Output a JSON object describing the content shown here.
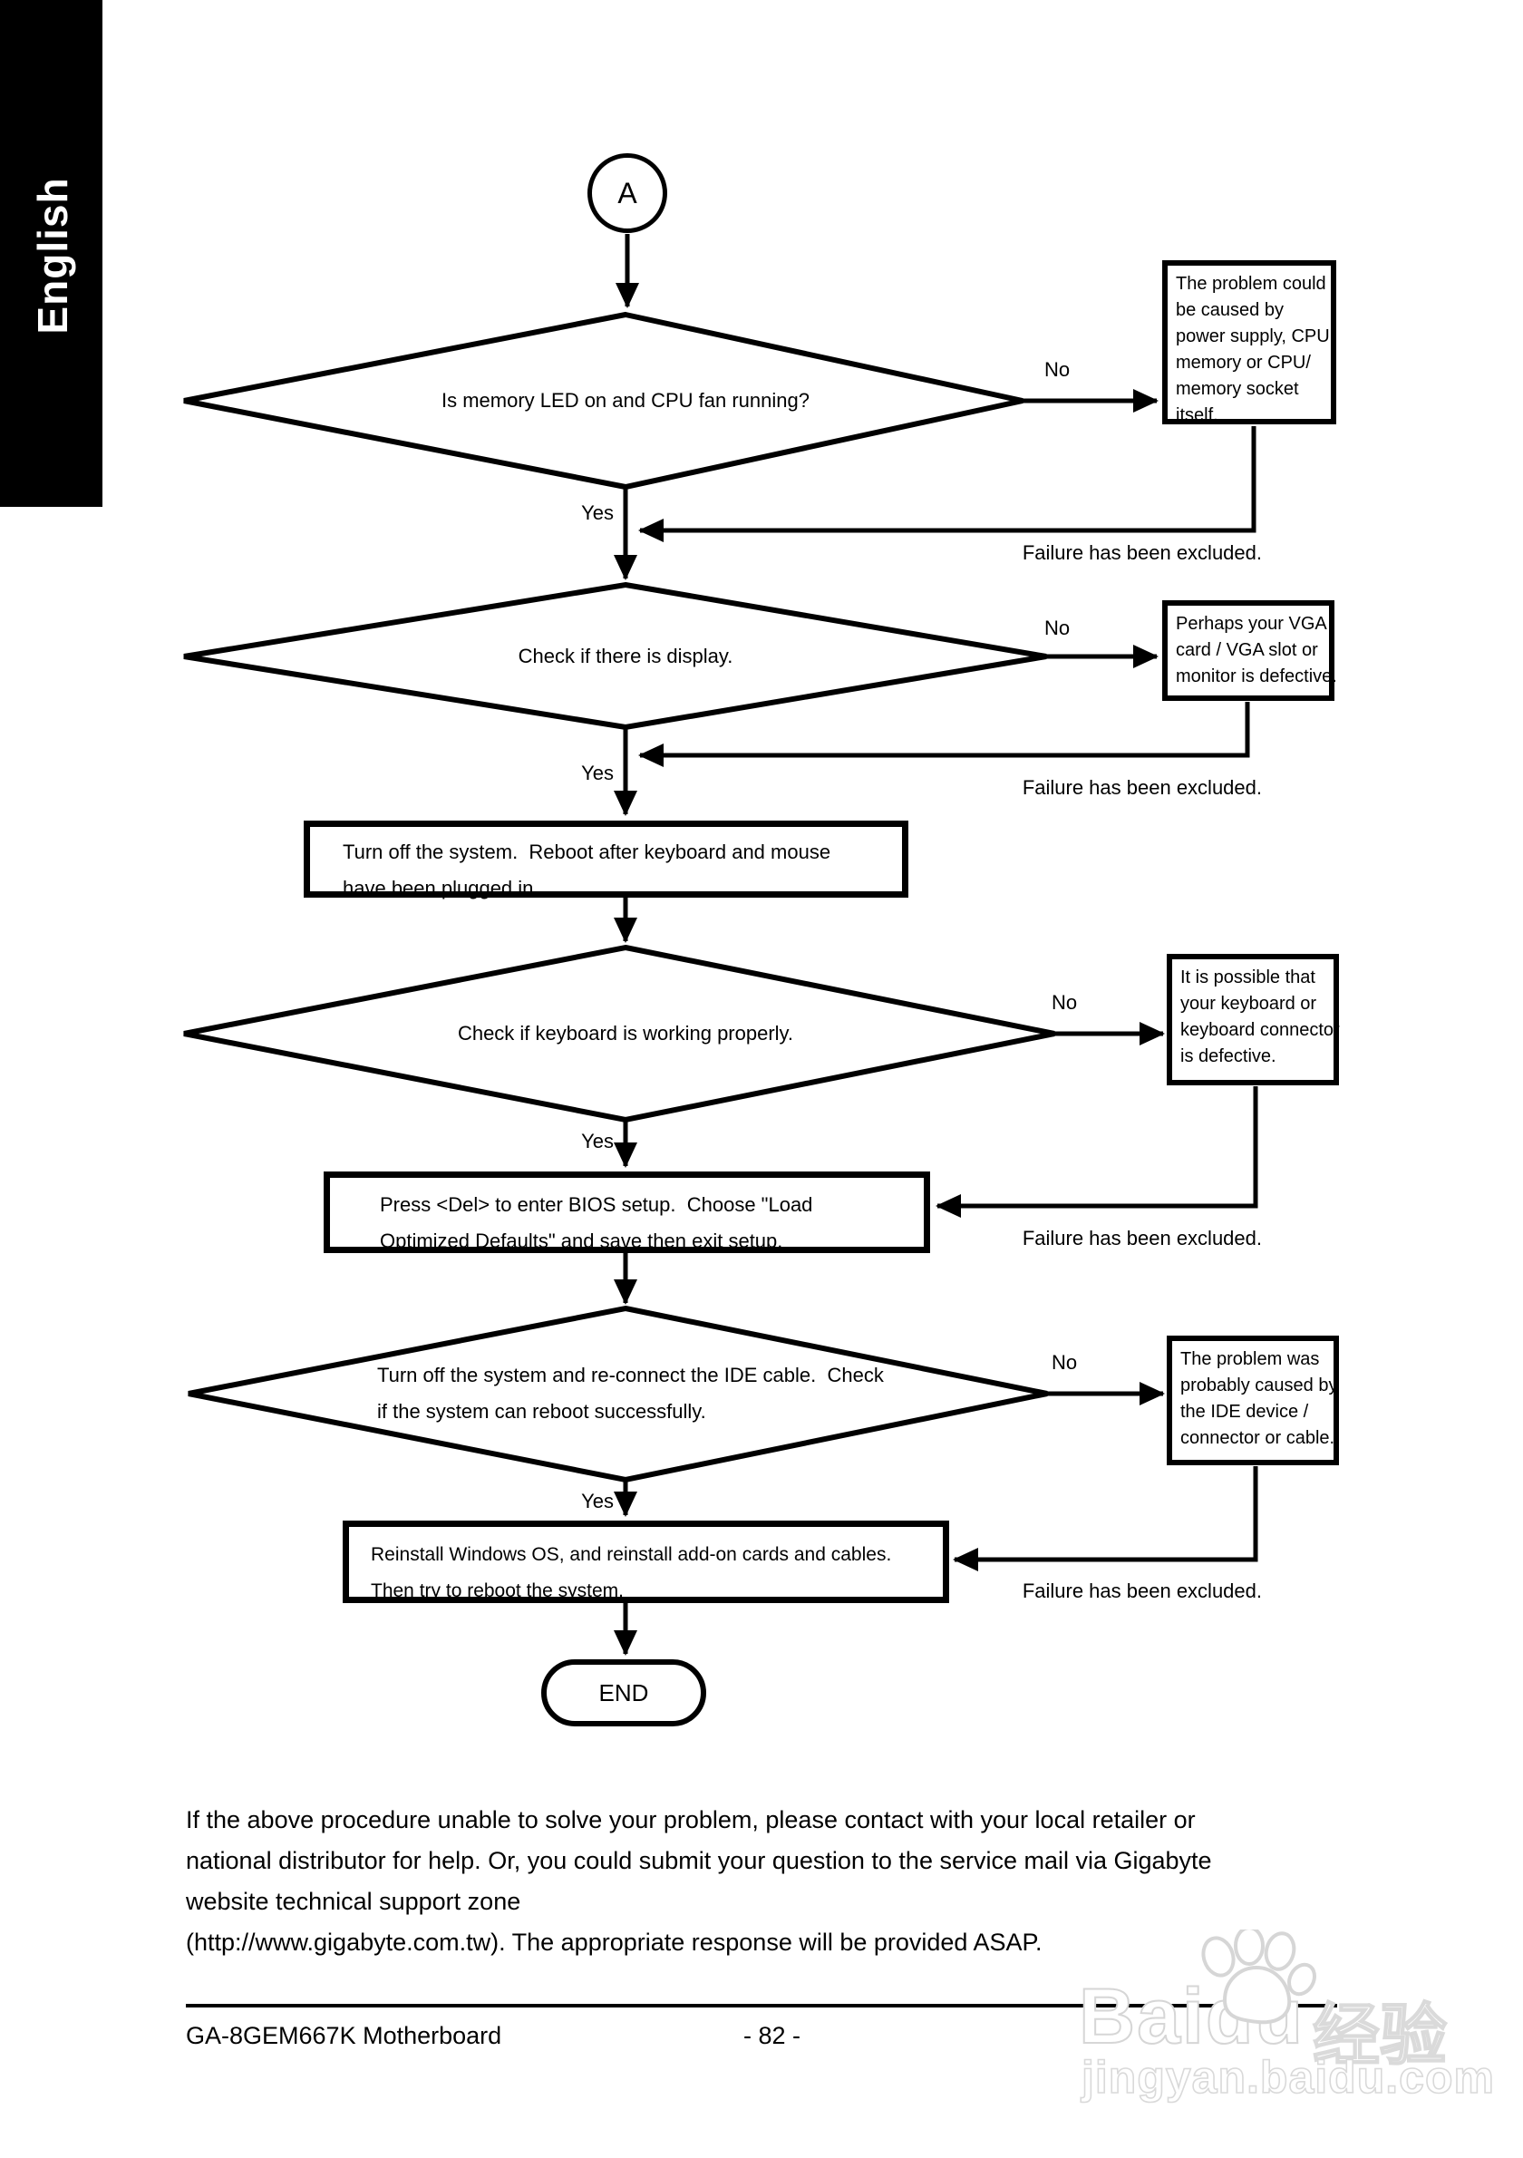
{
  "page": {
    "sidebar_label": "English",
    "note": "If the above procedure unable to solve your problem, please contact with your local retailer or\nnational distributor for help. Or, you could submit your question to the service mail via Gigabyte\nwebsite technical support zone\n(http://www.gigabyte.com.tw).  The appropriate response will be provided ASAP.",
    "footer": {
      "product": "GA-8GEM667K Motherboard",
      "page_number": "- 82 -"
    },
    "watermark": {
      "brand": "Baidu",
      "brand_suffix": "经验",
      "url": "jingyan.baidu.com"
    }
  },
  "flowchart": {
    "connector_label": "A",
    "yes": "Yes",
    "no": "No",
    "failure_note": "Failure has been excluded.",
    "end_label": "END",
    "decisions": {
      "memory_led": "Is memory LED on and CPU fan running?",
      "display": "Check if there is display.",
      "keyboard": "Check if keyboard is working properly.",
      "ide": "Turn off the system and re-connect the IDE cable.  Check\nif the system can reboot successfully."
    },
    "processes": {
      "reboot_keyboard_mouse": "Turn off the system.  Reboot after keyboard and mouse\nhave been plugged in.",
      "bios_setup": "Press <Del> to enter BIOS setup.  Choose \"Load\nOptimized Defaults\" and save then exit setup.",
      "reinstall_os": "Reinstall Windows OS, and reinstall add-on cards and cables.\nThen try to reboot the system."
    },
    "causes": {
      "power_cpu_memory": "The problem could\nbe caused by\npower supply, CPU,\nmemory or CPU/\nmemory socket\nitself.",
      "vga": "Perhaps your VGA\ncard / VGA slot or\nmonitor is defective.",
      "keyboard_connector": "It is possible that\nyour keyboard or\nkeyboard connector\nis defective.",
      "ide_device": "The problem was\nprobably caused by\nthe IDE device /\nconnector or cable."
    }
  }
}
